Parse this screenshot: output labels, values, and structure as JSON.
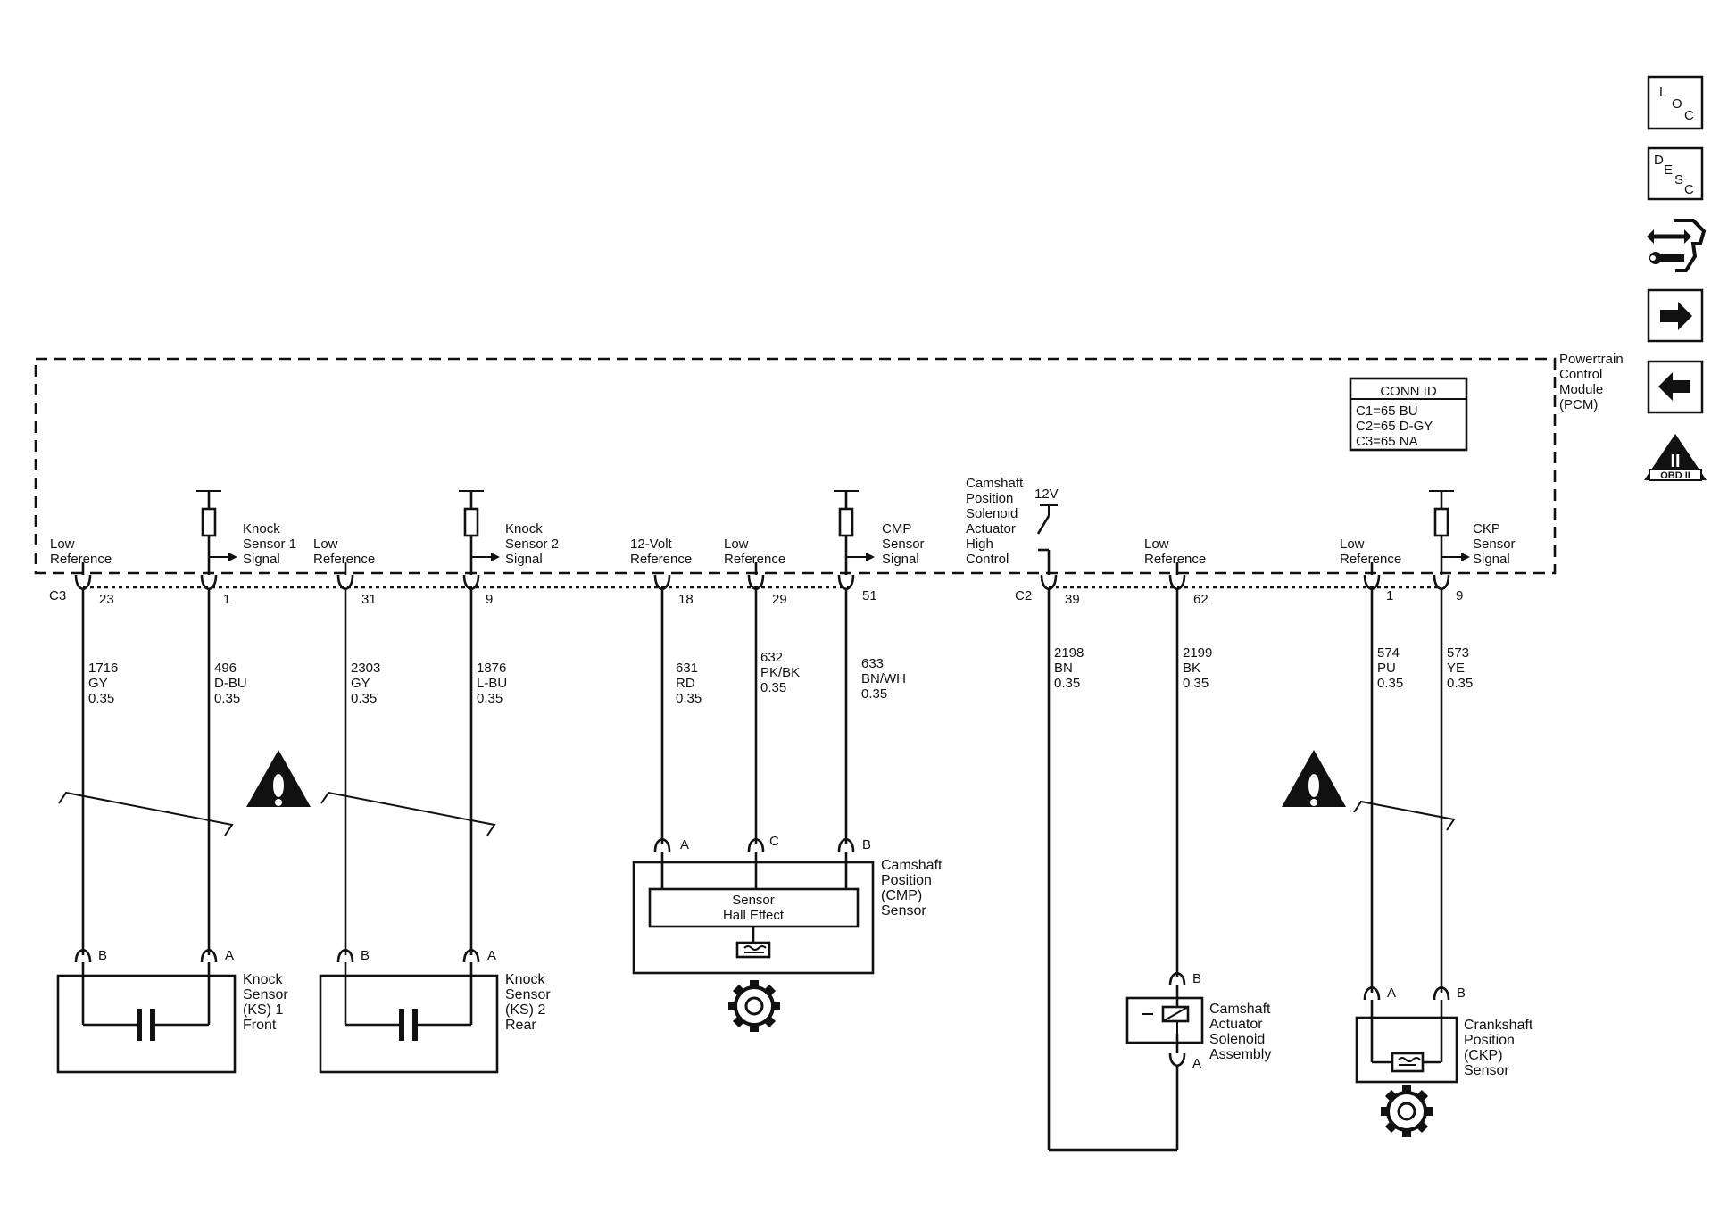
{
  "module": {
    "name_lines": [
      "Powertrain",
      "Control",
      "Module",
      "(PCM)"
    ]
  },
  "conn_id": {
    "title": "CONN ID",
    "rows": [
      "C1=65 BU",
      "C2=65 D-GY",
      "C3=65 NA"
    ]
  },
  "connectors": {
    "c3": "C3",
    "c2": "C2"
  },
  "pins": [
    {
      "id": "p23",
      "number": "23",
      "signal_lines": [
        "Low",
        "Reference"
      ],
      "wire_lines": [
        "1716",
        "GY",
        "0.35"
      ]
    },
    {
      "id": "p1",
      "number": "1",
      "signal_lines": [
        "Knock",
        "Sensor 1",
        "Signal"
      ],
      "wire_lines": [
        "496",
        "D-BU",
        "0.35"
      ]
    },
    {
      "id": "p31",
      "number": "31",
      "signal_lines": [
        "Low",
        "Reference"
      ],
      "wire_lines": [
        "2303",
        "GY",
        "0.35"
      ]
    },
    {
      "id": "p9",
      "number": "9",
      "signal_lines": [
        "Knock",
        "Sensor 2",
        "Signal"
      ],
      "wire_lines": [
        "1876",
        "L-BU",
        "0.35"
      ]
    },
    {
      "id": "p18",
      "number": "18",
      "signal_lines": [
        "12-Volt",
        "Reference"
      ],
      "wire_lines": [
        "631",
        "RD",
        "0.35"
      ]
    },
    {
      "id": "p29",
      "number": "29",
      "signal_lines": [
        "Low",
        "Reference"
      ],
      "wire_lines": [
        "632",
        "PK/BK",
        "0.35"
      ]
    },
    {
      "id": "p51",
      "number": "51",
      "signal_lines": [
        "CMP",
        "Sensor",
        "Signal"
      ],
      "wire_lines": [
        "633",
        "BN/WH",
        "0.35"
      ]
    },
    {
      "id": "p39",
      "number": "39",
      "signal_lines": [
        "Camshaft",
        "Position",
        "Solenoid",
        "Actuator",
        "High",
        "Control"
      ],
      "wire_lines": [
        "2198",
        "BN",
        "0.35"
      ]
    },
    {
      "id": "p62",
      "number": "62",
      "signal_lines": [
        "Low",
        "Reference"
      ],
      "wire_lines": [
        "2199",
        "BK",
        "0.35"
      ]
    },
    {
      "id": "p1b",
      "number": "1",
      "signal_lines": [
        "Low",
        "Reference"
      ],
      "wire_lines": [
        "574",
        "PU",
        "0.35"
      ]
    },
    {
      "id": "p9b",
      "number": "9",
      "signal_lines": [
        "CKP",
        "Sensor",
        "Signal"
      ],
      "wire_lines": [
        "573",
        "YE",
        "0.35"
      ]
    }
  ],
  "supply_label": "12V",
  "components": {
    "ks1": {
      "name_lines": [
        "Knock",
        "Sensor",
        "(KS) 1",
        "Front"
      ],
      "pin_a": "A",
      "pin_b": "B"
    },
    "ks2": {
      "name_lines": [
        "Knock",
        "Sensor",
        "(KS) 2",
        "Rear"
      ],
      "pin_a": "A",
      "pin_b": "B"
    },
    "cmp": {
      "name_lines": [
        "Camshaft",
        "Position",
        "(CMP)",
        "Sensor"
      ],
      "inner_lines": [
        "Sensor",
        "Hall Effect"
      ],
      "pin_a": "A",
      "pin_b": "B",
      "pin_c": "C"
    },
    "solenoid": {
      "name_lines": [
        "Camshaft",
        "Actuator",
        "Solenoid",
        "Assembly"
      ],
      "pin_a": "A",
      "pin_b": "B"
    },
    "ckp": {
      "name_lines": [
        "Crankshaft",
        "Position",
        "(CKP)",
        "Sensor"
      ],
      "pin_a": "A",
      "pin_b": "B"
    }
  },
  "toolbar": {
    "loc": {
      "letters": [
        "L",
        "O",
        "C"
      ]
    },
    "desc": {
      "letters": [
        "D",
        "E",
        "S",
        "C"
      ]
    },
    "obd": {
      "label": "OBD II",
      "numeral": "II"
    }
  }
}
